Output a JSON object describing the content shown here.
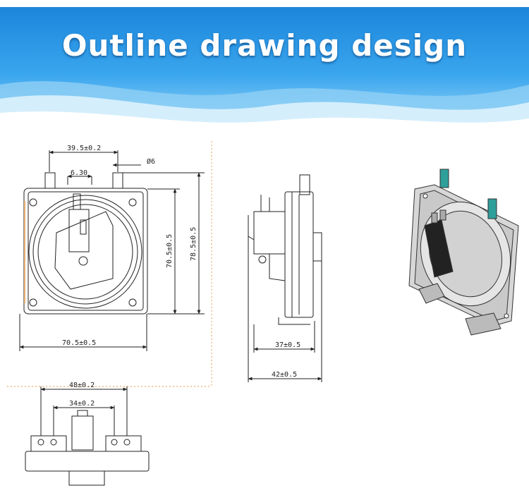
{
  "banner": {
    "title": "Outline drawing design",
    "colors": {
      "top": "#1f8fe0",
      "bottom": "#bfe6fb",
      "wave": "#e6f6fe"
    }
  },
  "front_view": {
    "dims": {
      "top_width": "39.5±0.2",
      "inner_width": "6.30",
      "tube_dia": "Ø6",
      "height_inner": "70.5±0.5",
      "height_outer": "78.5±0.5",
      "bottom_width": "70.5±0.5"
    }
  },
  "side_view": {
    "dims": {
      "depth_inner": "37±0.5",
      "depth_outer": "42±0.5"
    }
  },
  "bottom_view": {
    "dims": {
      "outer_hole_span": "48±0.2",
      "inner_hole_span": "34±0.2"
    }
  },
  "colors": {
    "line": "#222222",
    "divider": "#e8b070",
    "tube": "#2f9f9a"
  }
}
